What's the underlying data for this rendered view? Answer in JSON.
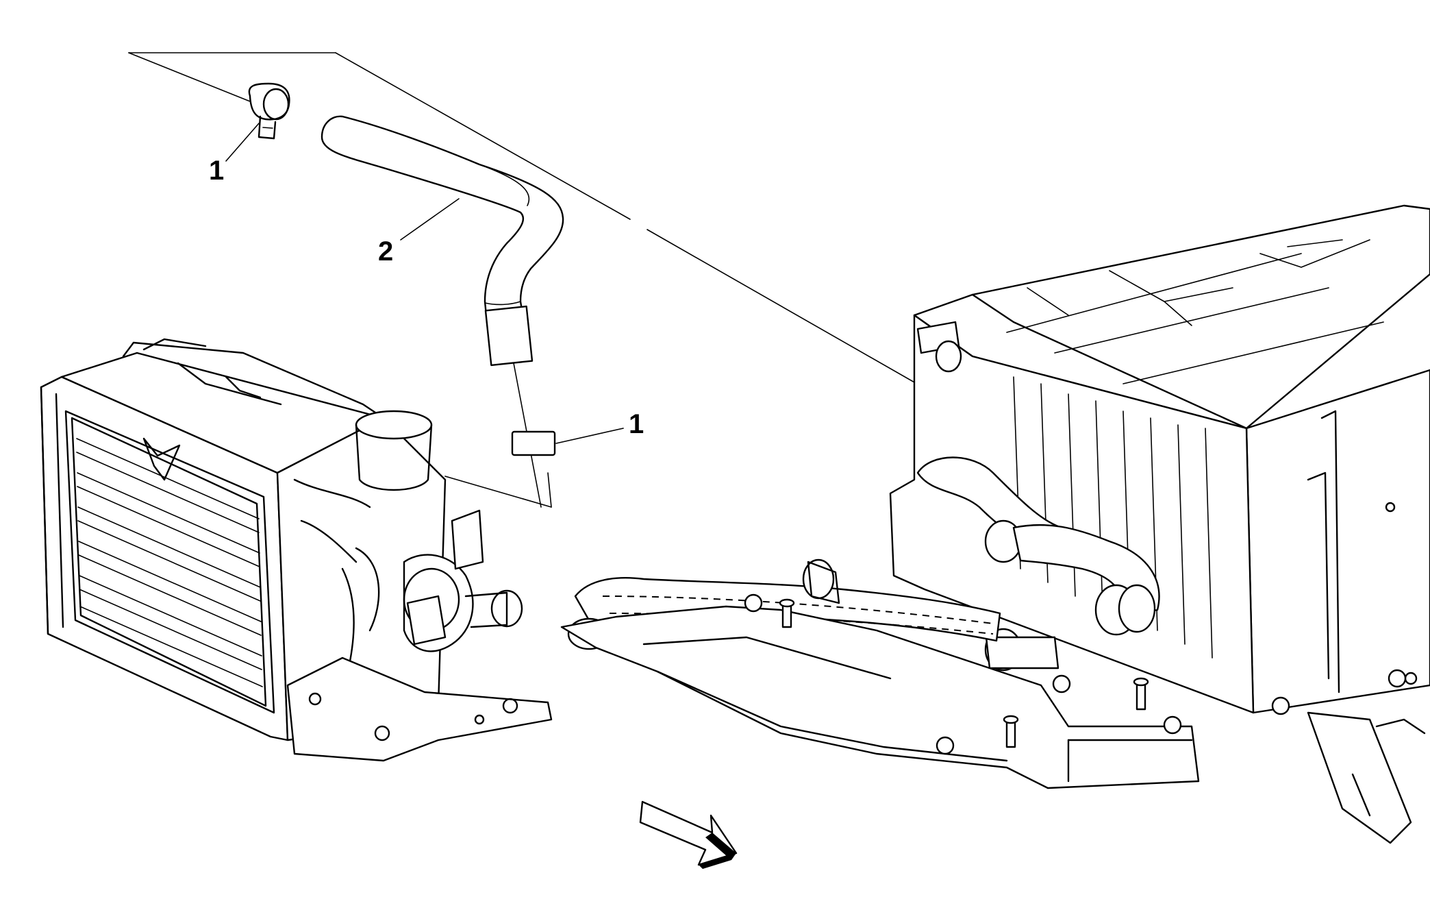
{
  "callouts": [
    {
      "id": "clamp-upper",
      "label": "1"
    },
    {
      "id": "hose",
      "label": "2"
    },
    {
      "id": "clamp-lower",
      "label": "1"
    }
  ],
  "colors": {
    "line": "#000000",
    "background": "#ffffff",
    "arrow": "#000000"
  }
}
